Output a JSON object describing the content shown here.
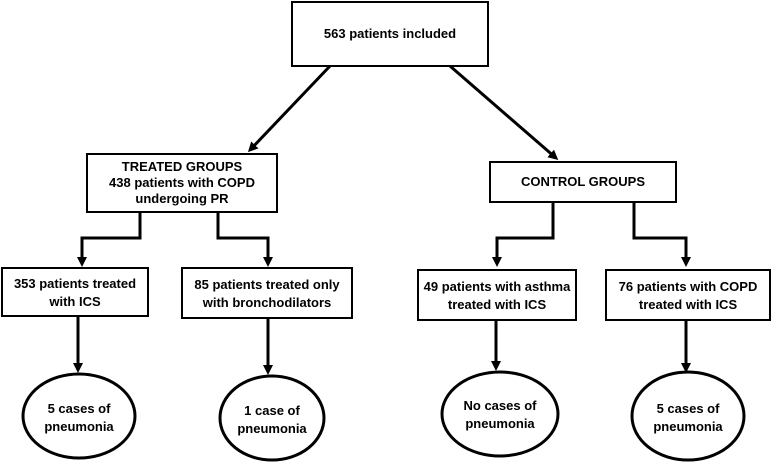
{
  "root": {
    "label": "563 patients included"
  },
  "treated": {
    "lines": [
      "TREATED GROUPS",
      "438 patients with COPD",
      "undergoing PR"
    ]
  },
  "control": {
    "label": "CONTROL GROUPS"
  },
  "groups": [
    {
      "lines": [
        "353 patients treated",
        "with ICS"
      ]
    },
    {
      "lines": [
        "85 patients treated only",
        "with bronchodilators"
      ]
    },
    {
      "lines": [
        "49 patients with asthma",
        "treated with ICS"
      ]
    },
    {
      "lines": [
        "76 patients with COPD",
        "treated with ICS"
      ]
    }
  ],
  "outcomes": [
    {
      "lines": [
        "5 cases of",
        "pneumonia"
      ]
    },
    {
      "lines": [
        "1 case of",
        "pneumonia"
      ]
    },
    {
      "lines": [
        "No cases of",
        "pneumonia"
      ]
    },
    {
      "lines": [
        "5 cases of",
        "pneumonia"
      ]
    }
  ],
  "colors": {
    "stroke": "#000000",
    "fill": "#ffffff",
    "text": "#000000"
  }
}
